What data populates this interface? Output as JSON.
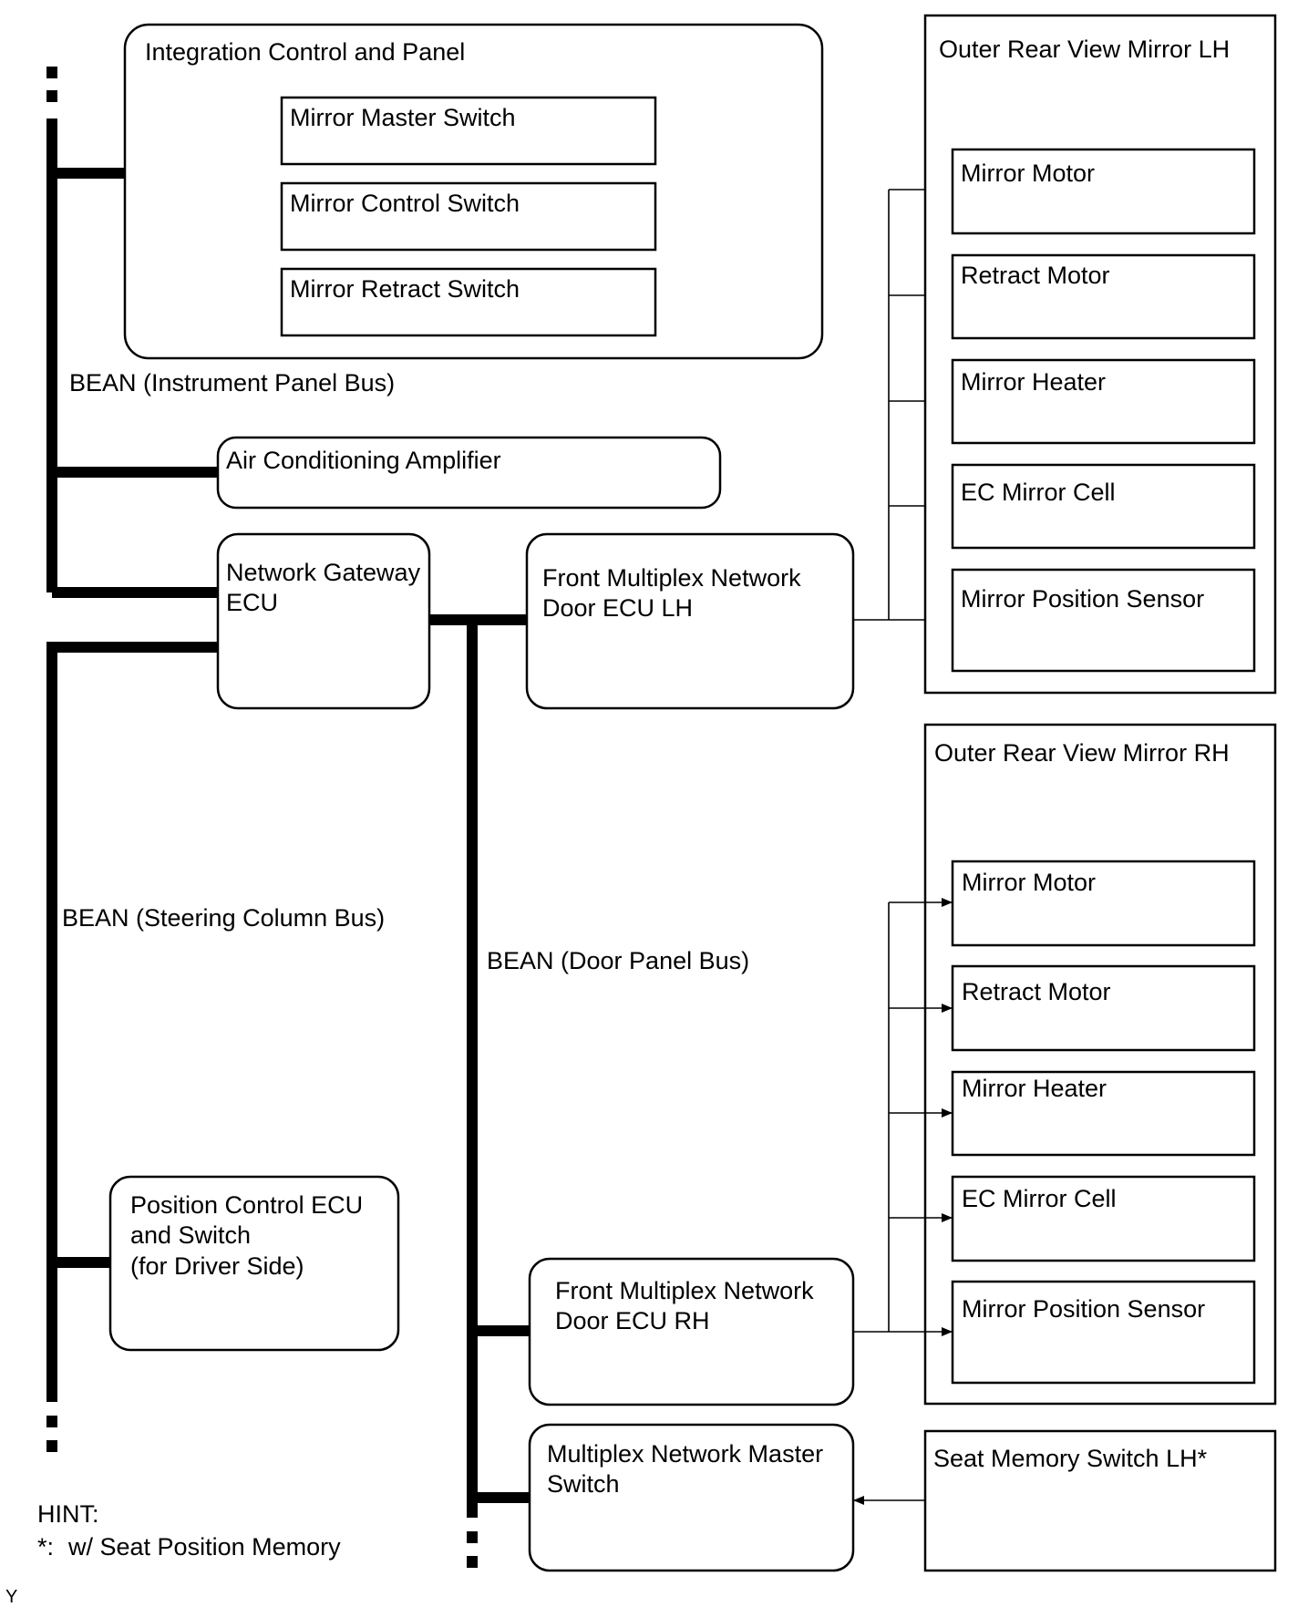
{
  "integration_control": {
    "title": "Integration Control and Panel",
    "switches": [
      "Mirror Master Switch",
      "Mirror Control Switch",
      "Mirror Retract Switch"
    ]
  },
  "buses": {
    "instrument_panel": "BEAN (Instrument Panel Bus)",
    "steering_column": "BEAN (Steering Column Bus)",
    "door_panel": "BEAN (Door Panel Bus)"
  },
  "ecus": {
    "air_conditioning": "Air Conditioning Amplifier",
    "gateway_line1": "Network Gateway",
    "gateway_line2": "ECU",
    "door_lh_line1": "Front Multiplex Network",
    "door_lh_line2": "Door ECU LH",
    "door_rh_line1": "Front Multiplex Network",
    "door_rh_line2": "Door ECU RH",
    "position_line1": "Position Control ECU",
    "position_line2": "and Switch",
    "position_line3": "(for Driver Side)",
    "master_line1": "Multiplex Network Master",
    "master_line2": "Switch"
  },
  "mirror_lh": {
    "title": "Outer Rear View Mirror LH",
    "components": [
      "Mirror Motor",
      "Retract Motor",
      "Mirror Heater",
      "EC Mirror Cell",
      "Mirror Position Sensor"
    ]
  },
  "mirror_rh": {
    "title": "Outer Rear View Mirror RH",
    "components": [
      "Mirror Motor",
      "Retract Motor",
      "Mirror Heater",
      "EC Mirror Cell",
      "Mirror Position Sensor"
    ]
  },
  "seat_memory": "Seat Memory Switch LH*",
  "hint": {
    "title": "HINT:",
    "marker": "*:",
    "text": "w/ Seat Position Memory"
  },
  "figure_code": "Y"
}
